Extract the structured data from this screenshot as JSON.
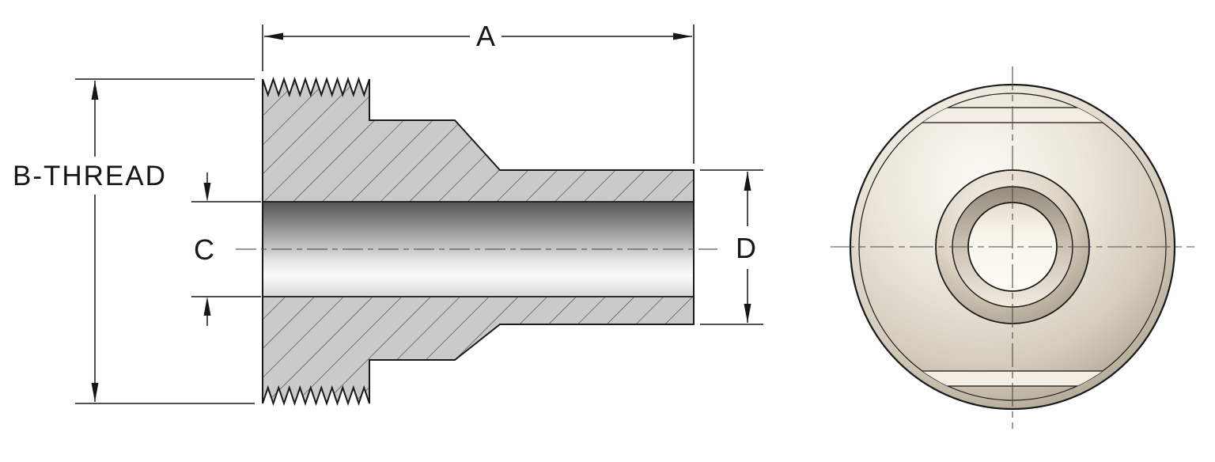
{
  "drawing": {
    "dim_a": "A",
    "dim_b": "B-THREAD",
    "dim_c": "C",
    "dim_d": "D"
  },
  "colors": {
    "line": "#1a1a1a",
    "material_gray": "#cacac8",
    "hatch_gray": "#454545",
    "bore_dark": "#545452",
    "bore_light": "#fbfbf9",
    "metal_beige_light": "#fcfaf5",
    "metal_beige_dark": "#a69b8a"
  }
}
